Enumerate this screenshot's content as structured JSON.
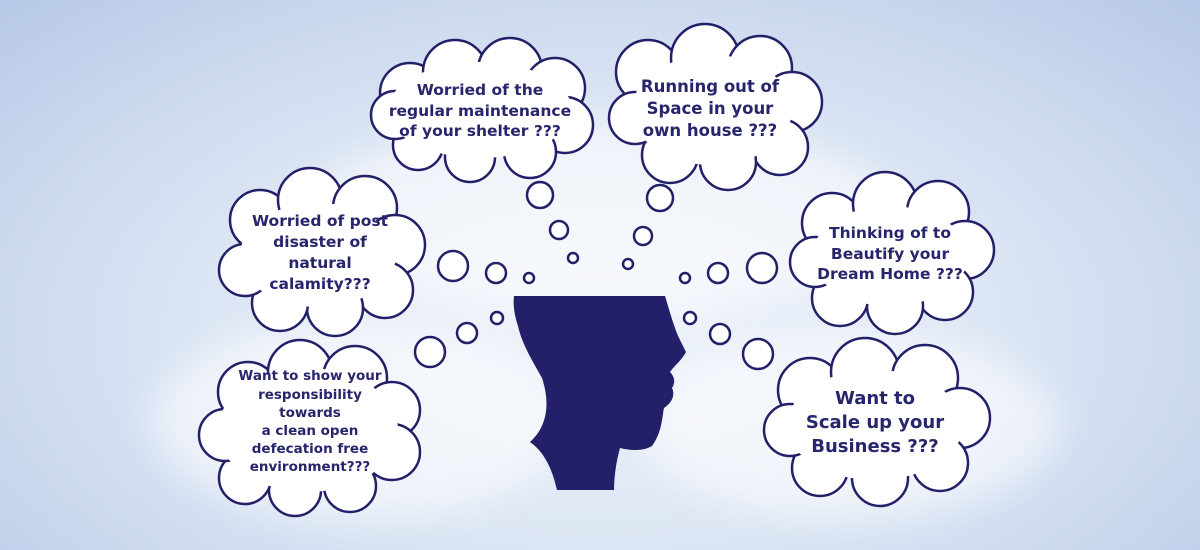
{
  "colors": {
    "ink": "#231f68",
    "text": "#27256b",
    "bubble_fill": "#ffffff"
  },
  "bubbles": [
    {
      "id": "maintenance",
      "text": "Worried of the\nregular maintenance\nof your shelter ???"
    },
    {
      "id": "space",
      "text": "Running out of\nSpace in your\nown house ???"
    },
    {
      "id": "disaster",
      "text": "Worried of post\ndisaster of natural\ncalamity???"
    },
    {
      "id": "beautify",
      "text": "Thinking of to\nBeautify your\nDream Home ???"
    },
    {
      "id": "sanitation",
      "text": "Want to show your\nresponsibility towards\na clean open\ndefecation free\nenvironment???"
    },
    {
      "id": "business",
      "text": "Want to\nScale up your\nBusiness ???"
    }
  ],
  "head_silhouette": {
    "icon": "human-head-profile-icon"
  }
}
